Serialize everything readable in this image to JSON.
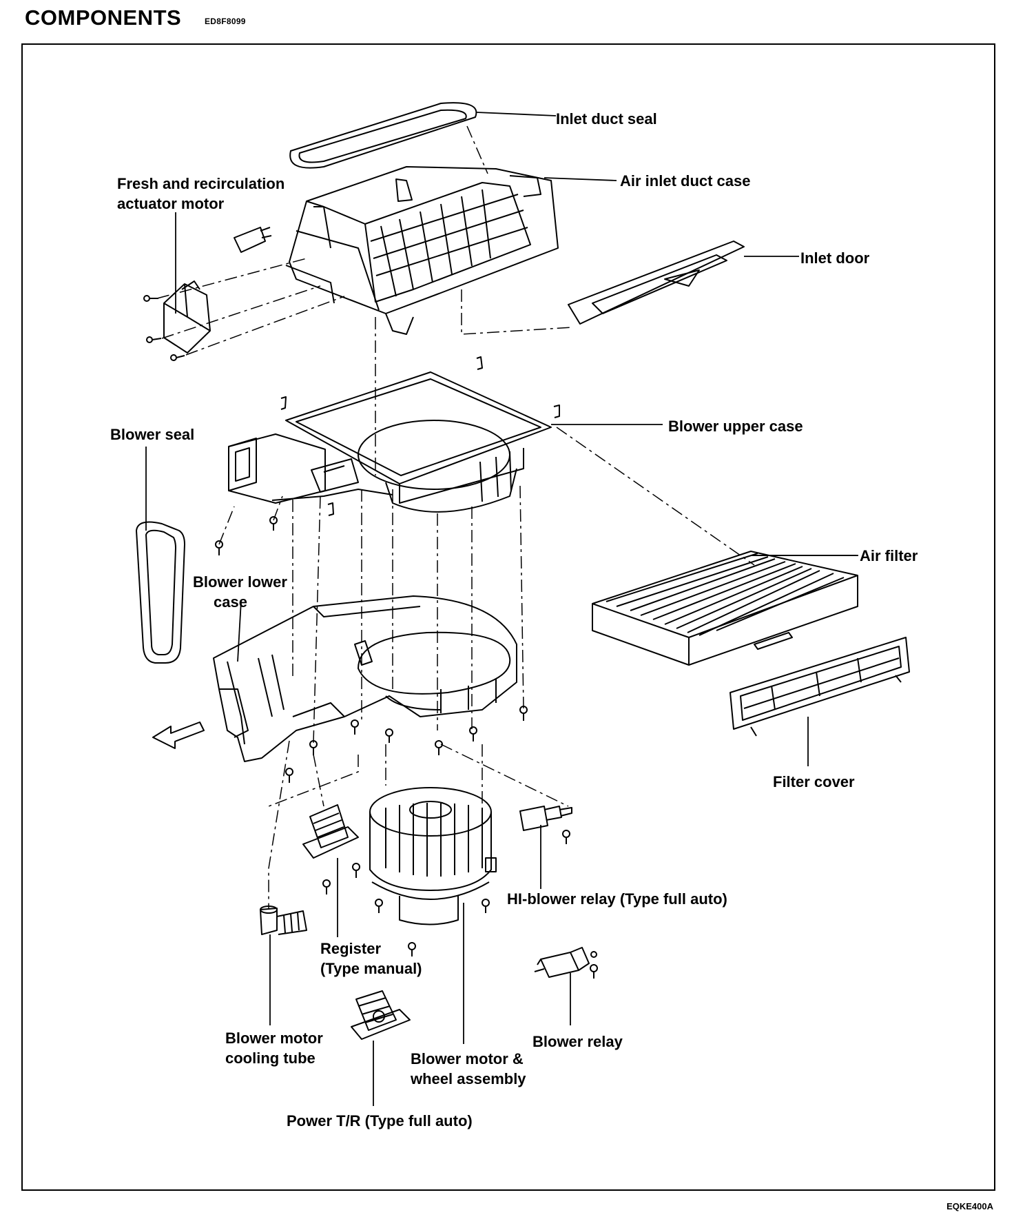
{
  "header": {
    "title": "COMPONENTS",
    "code": "ED8F8099"
  },
  "figure_ref": "EQKE400A",
  "labels": {
    "inlet_duct_seal": "Inlet duct seal",
    "air_inlet_duct_case": "Air inlet duct case",
    "fresh_recirc_motor_1": "Fresh and recirculation",
    "fresh_recirc_motor_2": "actuator motor",
    "inlet_door": "Inlet door",
    "blower_seal": "Blower seal",
    "blower_upper_case": "Blower upper case",
    "air_filter": "Air filter",
    "blower_lower_case_1": "Blower lower",
    "blower_lower_case_2": "case",
    "filter_cover": "Filter cover",
    "hi_blower_relay": "HI-blower relay (Type full auto)",
    "register_1": "Register",
    "register_2": "(Type manual)",
    "blower_relay": "Blower relay",
    "cooling_tube_1": "Blower motor",
    "cooling_tube_2": "cooling tube",
    "motor_wheel_1": "Blower motor &",
    "motor_wheel_2": "wheel assembly",
    "power_tr": "Power T/R (Type full auto)"
  }
}
